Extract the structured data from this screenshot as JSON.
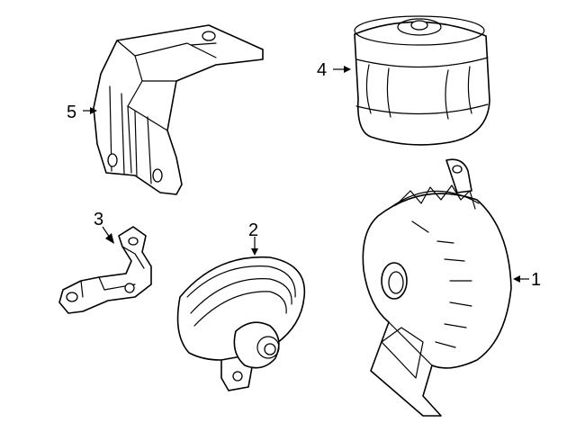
{
  "diagram": {
    "callouts": [
      {
        "id": "1",
        "label": "1",
        "part": "horn-high"
      },
      {
        "id": "2",
        "label": "2",
        "part": "horn-low"
      },
      {
        "id": "3",
        "label": "3",
        "part": "horn-bracket-small"
      },
      {
        "id": "4",
        "label": "4",
        "part": "horn-cover"
      },
      {
        "id": "5",
        "label": "5",
        "part": "horn-bracket-large"
      }
    ],
    "colors": {
      "line": "#000000",
      "background": "#ffffff"
    }
  }
}
